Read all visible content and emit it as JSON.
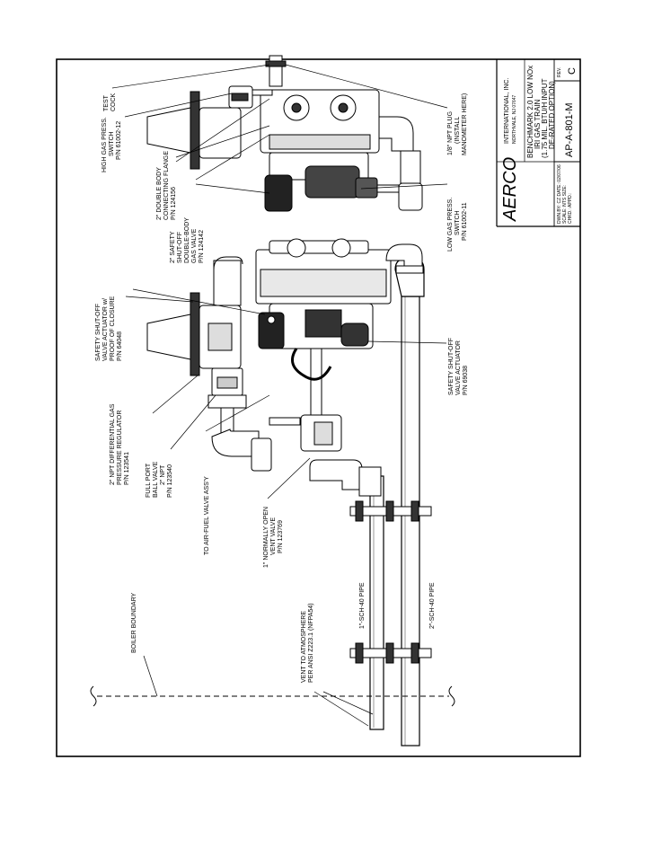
{
  "callouts": {
    "test_cock": [
      "TEST",
      "COCK"
    ],
    "high_gas_switch": [
      "HIGH GAS PRESS.",
      "SWITCH",
      "P/N 61002-12"
    ],
    "double_body_flange": [
      "2\" DOUBLE BODY",
      "CONNECTING FLANGE",
      "P/N 124156"
    ],
    "safety_double_valve": [
      "2\" SAFETY",
      "SHUT-OFF",
      "DOUBLE-BODY",
      "GAS VALVE",
      "P/N 124142"
    ],
    "npt_plug": [
      "1/8\" NPT PLUG",
      "(INSTALL",
      "MANOMETER HERE)"
    ],
    "low_gas_switch": [
      "LOW GAS PRESS.",
      "SWITCH",
      "P/N 61002-11"
    ],
    "actuator_poc": [
      "SAFETY SHUT-OFF",
      "VALVE ACTUATOR w/",
      "PROOF OF CLOSURE",
      "P/N 64048"
    ],
    "actuator": [
      "SAFETY SHUT-OFF",
      "VALVE ACTUATOR",
      "P/N 69038"
    ],
    "regulator": [
      "2\" NPT DIFFERENTIAL GAS",
      "PRESSURE REGULATOR",
      "P/N 123541"
    ],
    "ball_valve": [
      "FULL PORT",
      "BALL VALVE",
      "2\" NPT",
      "P/N 123540"
    ],
    "to_air_fuel": [
      "TO AIR-FUEL VALVE ASS'Y"
    ],
    "vent_valve": [
      "1\" NORMALLY OPEN",
      "VENT VALVE",
      "P/N 123769"
    ],
    "boiler_boundary": [
      "BOILER BOUNDARY"
    ],
    "vent_atmosphere": [
      "VENT TO ATMOSPHERE",
      "PER ANSI Z223.1 (NFPA54)"
    ],
    "pipe_1in": [
      "1\"-SCH-40 PIPE"
    ],
    "pipe_2in": [
      "2\"-SCH-40 PIPE"
    ]
  },
  "title_block": {
    "company": "AERCO",
    "company_name": "INTERNATIONAL, INC.",
    "company_city": "NORTHVALE, NJ  07647",
    "title_lines": [
      "BENCHMARK 2.0 LOW NOx",
      "IRI GAS TRAIN",
      "(1.75 MIL. BTU/H INPUT",
      "DE-RATED OPTION)"
    ],
    "info_lines": [
      "DWN.BY: CZ    DATE: 02/07/06",
      "SCALE: NTS    SIZE:",
      "CHKD.:         APPD.:"
    ],
    "drawing_number": "AP-A-801-M",
    "rev_label": "REV.",
    "rev": "C"
  }
}
